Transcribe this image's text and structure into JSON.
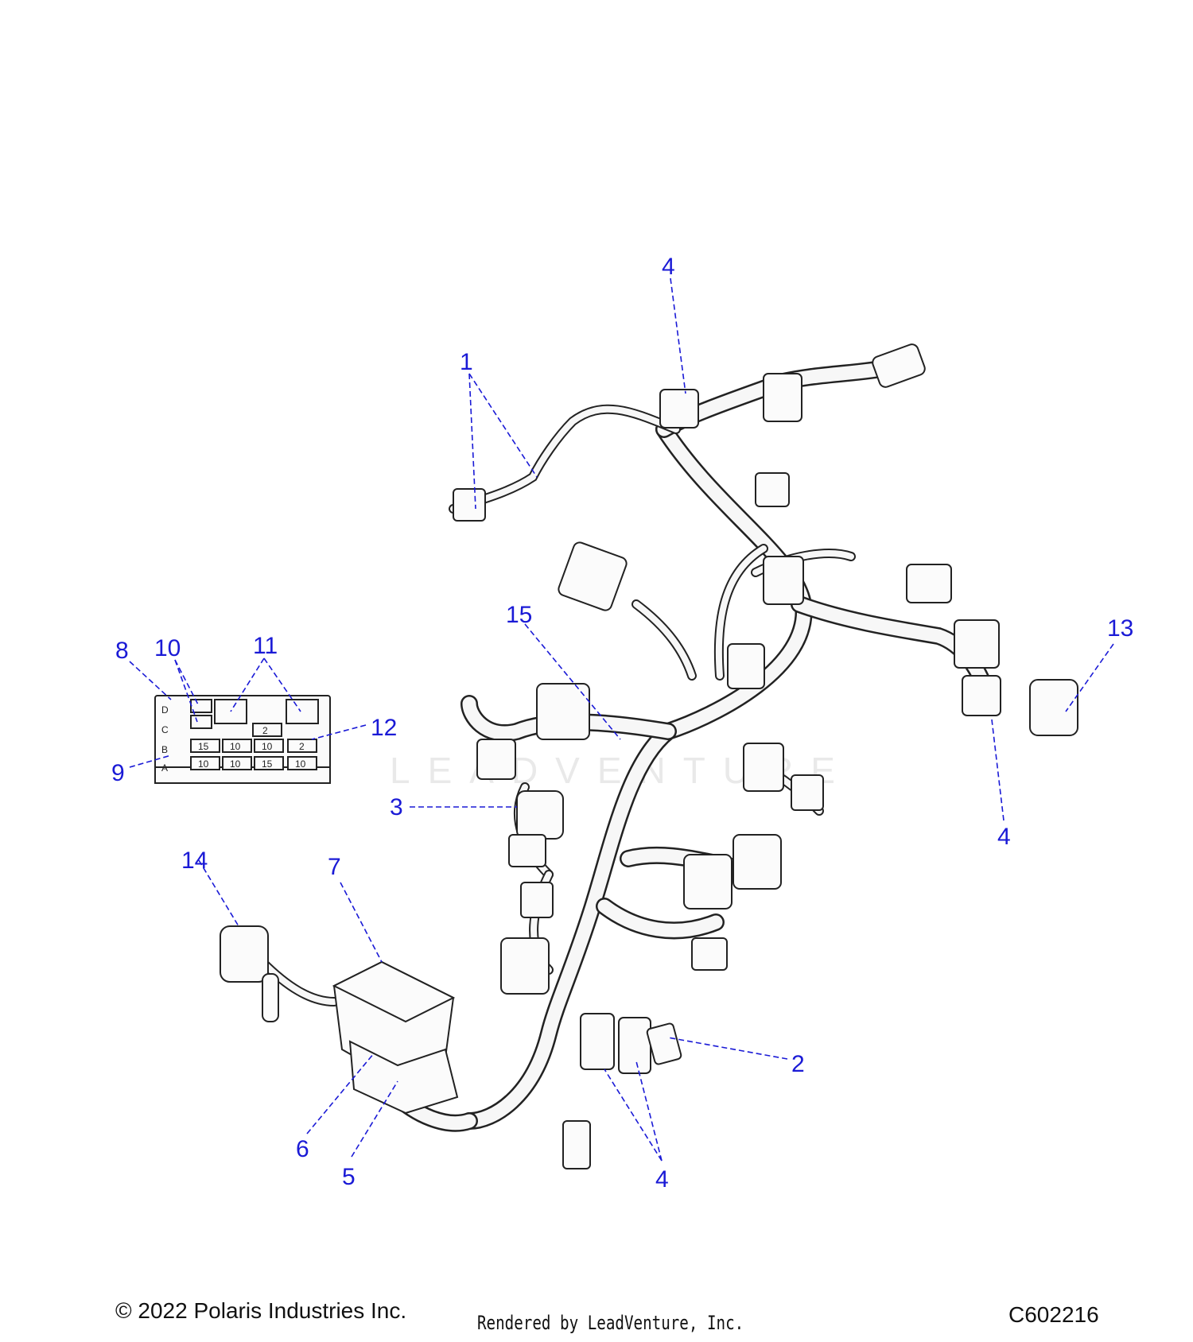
{
  "callouts": [
    {
      "id": "1",
      "label": "1"
    },
    {
      "id": "2",
      "label": "2"
    },
    {
      "id": "3",
      "label": "3"
    },
    {
      "id": "4a",
      "label": "4"
    },
    {
      "id": "4b",
      "label": "4"
    },
    {
      "id": "4c",
      "label": "4"
    },
    {
      "id": "5",
      "label": "5"
    },
    {
      "id": "6",
      "label": "6"
    },
    {
      "id": "7",
      "label": "7"
    },
    {
      "id": "8",
      "label": "8"
    },
    {
      "id": "9",
      "label": "9"
    },
    {
      "id": "10",
      "label": "10"
    },
    {
      "id": "11",
      "label": "11"
    },
    {
      "id": "12",
      "label": "12"
    },
    {
      "id": "13",
      "label": "13"
    },
    {
      "id": "14",
      "label": "14"
    },
    {
      "id": "15",
      "label": "15"
    }
  ],
  "fuse_panel": {
    "row_letters": [
      "D",
      "C",
      "B",
      "A"
    ],
    "fuses": [
      "15",
      "10",
      "10",
      "2",
      "10",
      "10",
      "15",
      "10",
      "2"
    ]
  },
  "watermark": "LEADVENTURE",
  "footer": {
    "copyright": "© 2022 Polaris Industries Inc.",
    "rendered_by": "Rendered by LeadVenture, Inc.",
    "diagram_code": "C602216"
  }
}
